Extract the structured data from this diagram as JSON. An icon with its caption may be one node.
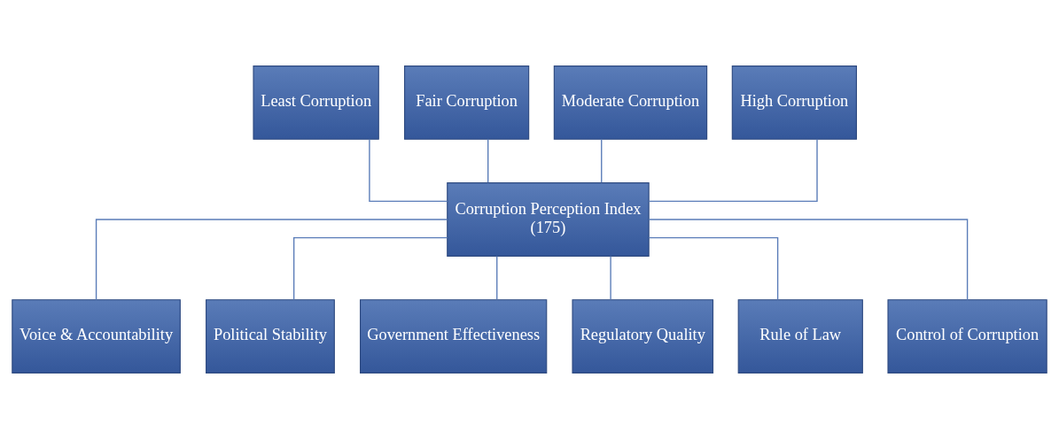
{
  "diagram": {
    "nodes": [
      {
        "text": [
          "Least Corruption"
        ]
      },
      {
        "text": [
          "Fair Corruption"
        ]
      },
      {
        "text": [
          "Moderate Corruption"
        ]
      },
      {
        "text": [
          "High Corruption"
        ]
      },
      {
        "text": [
          "Corruption Perception Index",
          "(175)"
        ]
      },
      {
        "text": [
          "Voice & Accountability"
        ]
      },
      {
        "text": [
          "Political Stability"
        ]
      },
      {
        "text": [
          "Government Effectiveness"
        ]
      },
      {
        "text": [
          "Regulatory Quality"
        ]
      },
      {
        "text": [
          "Rule of Law"
        ]
      },
      {
        "text": [
          "Control of Corruption"
        ]
      }
    ],
    "edges": [
      {
        "from": 0,
        "to": 4,
        "arrow": "none"
      },
      {
        "from": 1,
        "to": 4,
        "arrow": "none"
      },
      {
        "from": 2,
        "to": 4,
        "arrow": "none"
      },
      {
        "from": 3,
        "to": 4,
        "arrow": "none"
      },
      {
        "from": 4,
        "to": 5,
        "arrow": "none"
      },
      {
        "from": 4,
        "to": 6,
        "arrow": "none"
      },
      {
        "from": 4,
        "to": 7,
        "arrow": "none"
      },
      {
        "from": 4,
        "to": 8,
        "arrow": "none"
      },
      {
        "from": 4,
        "to": 9,
        "arrow": "none"
      },
      {
        "from": 4,
        "to": 10,
        "arrow": "none"
      }
    ]
  }
}
